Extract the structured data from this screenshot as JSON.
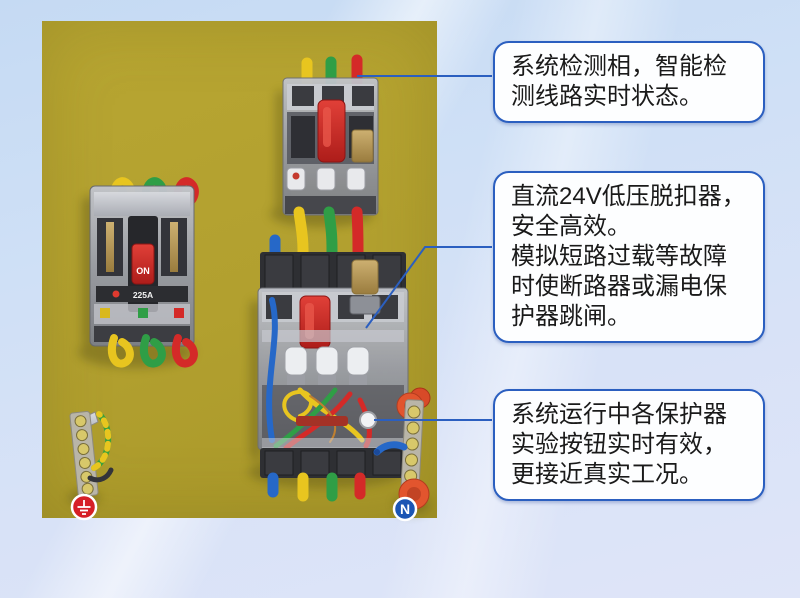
{
  "colors": {
    "accent_blue": "#2b5fc0",
    "panel_olive": "#b2a02f",
    "wire_yellow": "#e8c51f",
    "wire_green": "#2f9e46",
    "wire_red": "#d42a28",
    "wire_blue": "#2668c8",
    "earth_badge_red": "#d61f26",
    "neutral_badge_blue": "#1b55b4",
    "callout_text": "#1a1a1a"
  },
  "callouts": [
    {
      "id": "phase-detection",
      "text": "系统检测相，智能检测线路实时状态。",
      "lines": [
        "系统检测相，智能检",
        "测线路实时状态。"
      ]
    },
    {
      "id": "undervoltage-release",
      "text": "直流24V低压脱扣器，安全高效。模拟短路过载等故障时使断路器或漏电保护器跳闸。",
      "lines": [
        "直流24V低压脱扣器，",
        "安全高效。",
        "模拟短路过载等故障",
        "时使断路器或漏电保",
        "护器跳闸。"
      ]
    },
    {
      "id": "test-button",
      "text": "系统运行中各保护器实验按钮实时有效，更接近真实工况。",
      "lines": [
        "系统运行中各保护器",
        "实验按钮实时有效，",
        "更接近真实工况。"
      ]
    }
  ],
  "labels": {
    "breaker_on": "ON",
    "breaker_rating": "225A",
    "neutral_badge": "N"
  },
  "icons": {
    "earth_badge": "earth-ground-icon",
    "neutral_badge": "neutral-terminal-icon"
  }
}
